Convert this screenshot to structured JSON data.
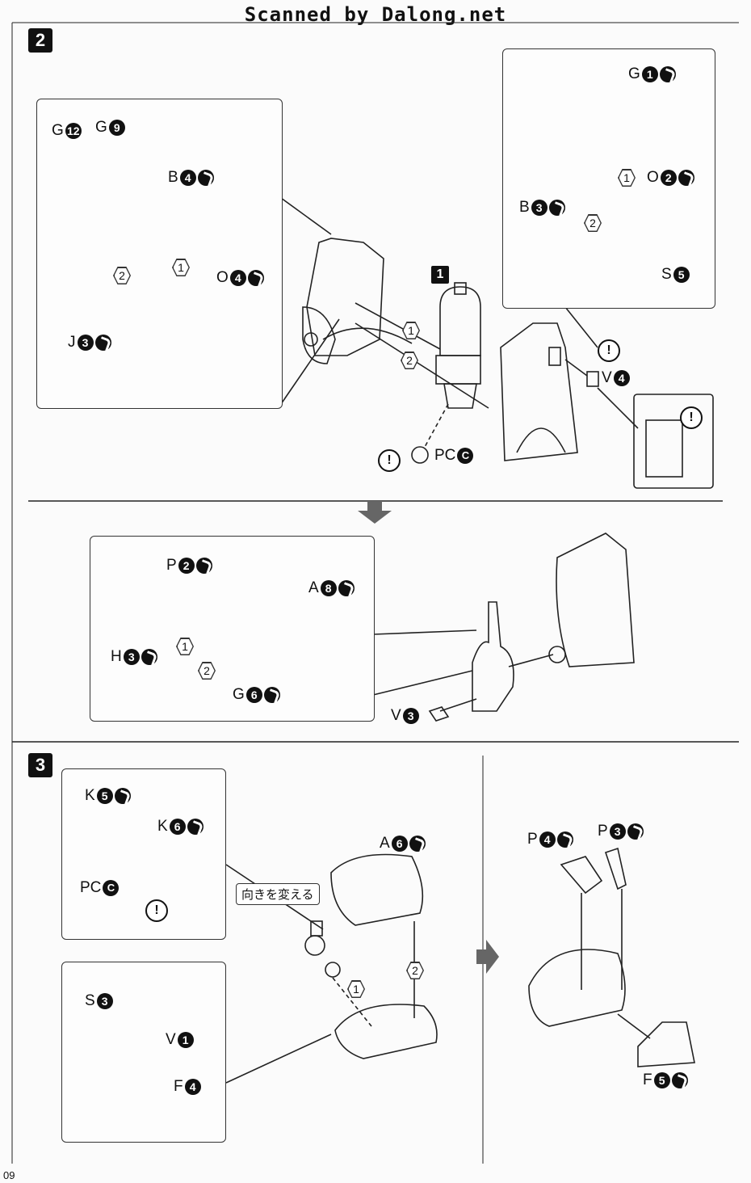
{
  "watermark": "Scanned by Dalong.net",
  "page_number": "09",
  "step2": {
    "number": "2",
    "sub_number": "1",
    "inset_left": {
      "labels": [
        {
          "part": "G",
          "num": "12"
        },
        {
          "part": "G",
          "num": "9"
        },
        {
          "part": "B",
          "num": "4"
        },
        {
          "part": "O",
          "num": "4"
        },
        {
          "part": "J",
          "num": "3"
        }
      ],
      "order": [
        "1",
        "2"
      ]
    },
    "inset_right": {
      "labels": [
        {
          "part": "G",
          "num": "1"
        },
        {
          "part": "O",
          "num": "2"
        },
        {
          "part": "B",
          "num": "3"
        },
        {
          "part": "S",
          "num": "5"
        }
      ],
      "order": [
        "1",
        "2"
      ]
    },
    "main": {
      "order": [
        "1",
        "2"
      ],
      "v_label": {
        "part": "V",
        "num": "4"
      },
      "pc_label": {
        "part": "PC",
        "letter": "C"
      },
      "warn_mark": "!"
    },
    "lower": {
      "labels": [
        {
          "part": "P",
          "num": "2"
        },
        {
          "part": "A",
          "num": "8"
        },
        {
          "part": "H",
          "num": "3"
        },
        {
          "part": "G",
          "num": "6"
        },
        {
          "part": "V",
          "num": "3"
        }
      ],
      "order": [
        "1",
        "2"
      ]
    }
  },
  "step3": {
    "number": "3",
    "inset_top": {
      "labels": [
        {
          "part": "K",
          "num": "5"
        },
        {
          "part": "K",
          "num": "6"
        },
        {
          "part": "PC",
          "letter": "C"
        }
      ]
    },
    "inset_bottom": {
      "labels": [
        {
          "part": "S",
          "num": "3"
        },
        {
          "part": "V",
          "num": "1"
        },
        {
          "part": "F",
          "num": "4"
        }
      ]
    },
    "main": {
      "labels": [
        {
          "part": "A",
          "num": "6"
        }
      ],
      "note_jp": "向きを変える",
      "order": [
        "1",
        "2"
      ]
    },
    "result": {
      "labels": [
        {
          "part": "P",
          "num": "4"
        },
        {
          "part": "P",
          "num": "3"
        },
        {
          "part": "F",
          "num": "5"
        }
      ]
    }
  }
}
